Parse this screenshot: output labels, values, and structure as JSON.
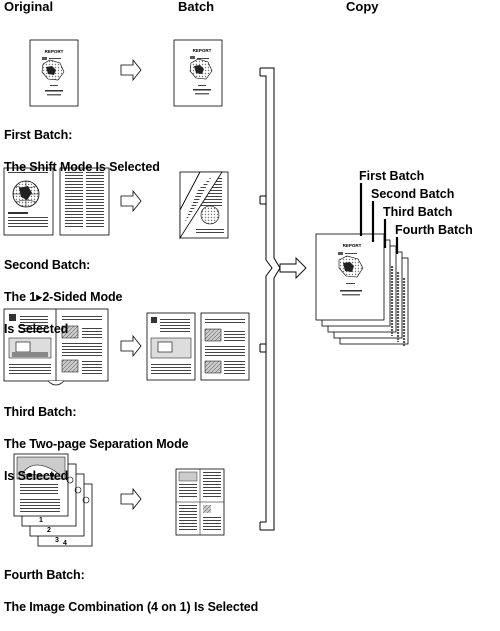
{
  "columns": {
    "original": "Original",
    "batch": "Batch",
    "copy": "Copy"
  },
  "batches": [
    {
      "title": "First Batch:",
      "line2": "The Shift Mode Is Selected",
      "line3": ""
    },
    {
      "title": "Second Batch:",
      "line2": "The 1▸2-Sided Mode",
      "line3": "Is Selected"
    },
    {
      "title": "Third Batch:",
      "line2": "The Two-page Separation Mode",
      "line3": "Is Selected"
    },
    {
      "title": "Fourth Batch:",
      "line2": "The Image Combination (4 on 1) Is Selected",
      "line3": ""
    }
  ],
  "copy_tabs": [
    "First Batch",
    "Second Batch",
    "Third Batch",
    "Fourth Batch"
  ],
  "document_texts": {
    "report_title": "REPORT",
    "page_numbers": [
      "1",
      "2",
      "3",
      "4"
    ]
  }
}
